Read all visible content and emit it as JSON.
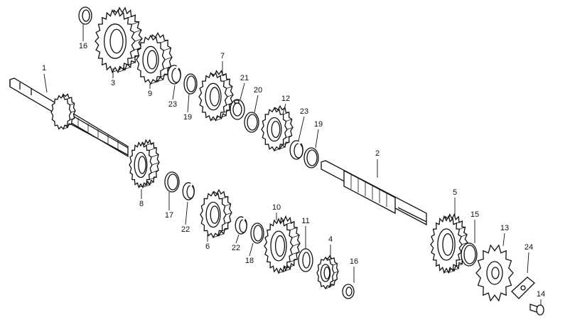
{
  "parts": [
    {
      "id": "p1",
      "label": "1",
      "name": "mainshaft"
    },
    {
      "id": "p2",
      "label": "2",
      "name": "countershaft"
    },
    {
      "id": "p3",
      "label": "3",
      "name": "gear"
    },
    {
      "id": "p4",
      "label": "4",
      "name": "gear"
    },
    {
      "id": "p5",
      "label": "5",
      "name": "gear"
    },
    {
      "id": "p6",
      "label": "6",
      "name": "gear"
    },
    {
      "id": "p7",
      "label": "7",
      "name": "gear"
    },
    {
      "id": "p8",
      "label": "8",
      "name": "gear"
    },
    {
      "id": "p9",
      "label": "9",
      "name": "gear"
    },
    {
      "id": "p10",
      "label": "10",
      "name": "gear"
    },
    {
      "id": "p11",
      "label": "11",
      "name": "bushing"
    },
    {
      "id": "p12",
      "label": "12",
      "name": "gear"
    },
    {
      "id": "p13",
      "label": "13",
      "name": "drive-sprocket"
    },
    {
      "id": "p14",
      "label": "14",
      "name": "bolt"
    },
    {
      "id": "p15",
      "label": "15",
      "name": "washer"
    },
    {
      "id": "p16a",
      "label": "16",
      "name": "washer"
    },
    {
      "id": "p16b",
      "label": "16",
      "name": "washer"
    },
    {
      "id": "p17",
      "label": "17",
      "name": "washer"
    },
    {
      "id": "p18",
      "label": "18",
      "name": "washer"
    },
    {
      "id": "p19a",
      "label": "19",
      "name": "washer"
    },
    {
      "id": "p19b",
      "label": "19",
      "name": "washer"
    },
    {
      "id": "p20",
      "label": "20",
      "name": "washer"
    },
    {
      "id": "p21",
      "label": "21",
      "name": "lock-washer"
    },
    {
      "id": "p22a",
      "label": "22",
      "name": "circlip"
    },
    {
      "id": "p22b",
      "label": "22",
      "name": "circlip"
    },
    {
      "id": "p23a",
      "label": "23",
      "name": "circlip"
    },
    {
      "id": "p23b",
      "label": "23",
      "name": "circlip"
    },
    {
      "id": "p24",
      "label": "24",
      "name": "sprocket-plate"
    }
  ]
}
